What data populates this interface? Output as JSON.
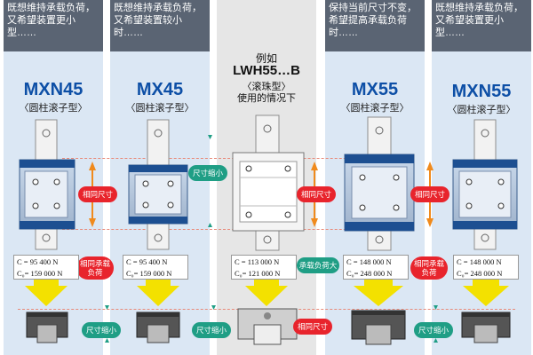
{
  "columns": [
    {
      "header": "既想维持承载负荷，又希望装置更小型……",
      "model": "MXN45",
      "type_label": "〈圆柱滚子型〉",
      "c_label": "C = 95 400 N",
      "c0_label": "C₀= 159 000 N"
    },
    {
      "header": "既想维持承载负荷，又希望装置较小时……",
      "model": "MX45",
      "type_label": "〈圆柱滚子型〉",
      "c_label": "C = 95 400 N",
      "c0_label": "C₀= 159 000 N"
    },
    {
      "header": "",
      "example": "例如",
      "model": "LWH55…B",
      "type_label": "〈滚珠型〉",
      "situation": "使用的情况下",
      "c_label": "C = 113 000 N",
      "c0_label": "C₀= 121 000 N"
    },
    {
      "header": "保持当前尺寸不变，希望提高承载负荷时……",
      "model": "MX55",
      "type_label": "〈圆柱滚子型〉",
      "c_label": "C = 148 000 N",
      "c0_label": "C₀= 248 000 N"
    },
    {
      "header": "既想维持承载负荷，又希望装置更小型……",
      "model": "MXN55",
      "type_label": "〈圆柱滚子型〉",
      "c_label": "C = 148 000 N",
      "c0_label": "C₀= 248 000 N"
    }
  ],
  "badges": {
    "same_size": "相同尺寸",
    "smaller": "尺寸缩小",
    "same_load": "相同承载负荷",
    "load_up": "承载负荷大"
  },
  "colors": {
    "blue_text": "#0d4fa6",
    "red_badge": "#e8242c",
    "teal_badge": "#1f9e85",
    "arrow_yellow": "#f3e100",
    "arrow_orange": "#f08a1c"
  }
}
